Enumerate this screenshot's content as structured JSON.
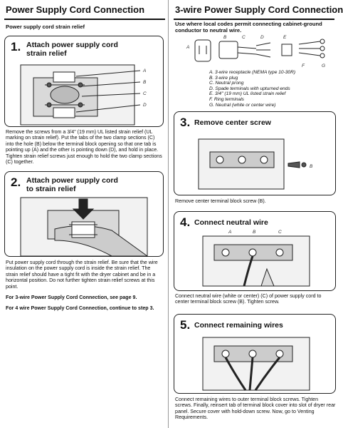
{
  "left": {
    "title": "Power Supply Cord Connection",
    "subtitle": "Power supply cord strain relief",
    "step1": {
      "number": "1.",
      "title_line1": "Attach power supply cord",
      "title_line2": "strain relief",
      "labels": [
        "A",
        "B",
        "C",
        "D"
      ],
      "text": "Remove the screws from a 3/4\" (19 mm) UL listed strain relief (UL marking on strain relief). Put the tabs of the two clamp sections (C) into the hole (B) below the terminal block opening so that one tab is pointing up (A) and the other is pointing down (D), and hold in place. Tighten strain relief screws just enough to hold the two clamp sections (C) together."
    },
    "step2": {
      "number": "2.",
      "title_line1": "Attach power supply cord",
      "title_line2": "to strain relief",
      "text": "Put power supply cord through the strain relief. Be sure that the wire insulation on the power supply cord is inside the strain relief. The strain relief should have a tight fit with the dryer cabinet and be in a horizontal position. Do not further tighten strain relief screws at this point."
    },
    "note1": "For 3-wire Power Supply Cord Connection, see page 9.",
    "note2": "For 4 wire Power Supply Cord Connection, continue to step 3."
  },
  "right": {
    "title": "3-wire Power Supply Cord Connection",
    "subtitle": "Use where local codes permit connecting cabinet-ground conductor to neutral wire.",
    "diagram_labels": [
      "A",
      "B",
      "C",
      "D",
      "E",
      "F",
      "G"
    ],
    "legend": [
      "A. 3-wire receptacle (NEMA type 10-30R)",
      "B. 3-wire plug",
      "C. Neutral prong",
      "D. Spade terminals with upturned ends",
      "E. 3/4\" (19 mm) UL listed strain relief",
      "F. Ring terminals",
      "G. Neutral (white or center wire)"
    ],
    "step3": {
      "number": "3.",
      "title": "Remove center screw",
      "caption": "Remove center terminal block screw (B)."
    },
    "step4": {
      "number": "4.",
      "title": "Connect neutral wire",
      "caption": "Connect neutral wire (white or center) (C) of power supply cord to center terminal block screw (B). Tighten screw."
    },
    "step5": {
      "number": "5.",
      "title": "Connect remaining wires",
      "caption": "Connect remaining wires to outer terminal block screws. Tighten screws. Finally, reinsert tab of terminal block cover into slot of dryer rear panel. Secure cover with hold-down screw. Now, go to Venting Requirements."
    },
    "figure_labels": {
      "A": "A",
      "B": "B",
      "C": "C"
    }
  }
}
